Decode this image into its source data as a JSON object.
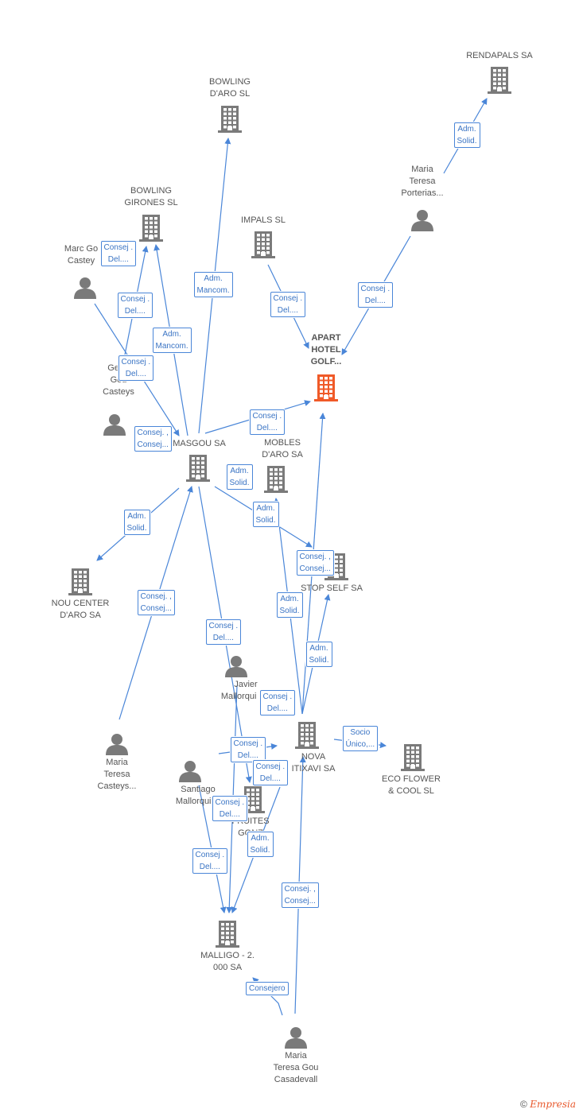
{
  "colors": {
    "edge": "#4a86d8",
    "company": "#7a7a7a",
    "person": "#7a7a7a",
    "focus": "#f05a28"
  },
  "nodes": [
    {
      "id": "rendapals",
      "type": "company",
      "label": "RENDAPALS SA"
    },
    {
      "id": "bowling_aro",
      "type": "company",
      "label": "BOWLING\nD'ARO SL"
    },
    {
      "id": "bowling_gir",
      "type": "company",
      "label": "BOWLING\nGIRONES SL"
    },
    {
      "id": "impals",
      "type": "company",
      "label": "IMPALS SL"
    },
    {
      "id": "maria_port",
      "type": "person",
      "label": "Maria\nTeresa\nPorterias..."
    },
    {
      "id": "marc",
      "type": "person",
      "label": "Marc Go\nCastey"
    },
    {
      "id": "apart",
      "type": "focus",
      "label": "APART\nHOTEL\nGOLF..."
    },
    {
      "id": "germ",
      "type": "person",
      "label": "Germ\nGou\nCasteys"
    },
    {
      "id": "imasgou",
      "type": "company",
      "label": "IMASGOU SA"
    },
    {
      "id": "mobles",
      "type": "company",
      "label": "MOBLES\nD'ARO SA"
    },
    {
      "id": "nou",
      "type": "company",
      "label": "NOU CENTER\nD'ARO SA"
    },
    {
      "id": "stop",
      "type": "company",
      "label": "STOP SELF SA"
    },
    {
      "id": "javier",
      "type": "person",
      "label": "Javier\nMallorqui Go"
    },
    {
      "id": "maria_cast",
      "type": "person",
      "label": "Maria\nTeresa\nCasteys..."
    },
    {
      "id": "nova",
      "type": "company",
      "label": "NOVA\nITIXAVI SA"
    },
    {
      "id": "eco",
      "type": "company",
      "label": "ECO FLOWER\n& COOL SL"
    },
    {
      "id": "santiago",
      "type": "person",
      "label": "Santiago\nMallorqui G"
    },
    {
      "id": "fruites",
      "type": "company",
      "label": "FRUITES\nGONZ"
    },
    {
      "id": "malligo",
      "type": "company",
      "label": "MALLIGO -  2.\n000 SA"
    },
    {
      "id": "maria_gou",
      "type": "person",
      "label": "Maria\nTeresa Gou\nCasadevall"
    }
  ],
  "badges": [
    {
      "id": "b1",
      "text": "Adm.\nSolid."
    },
    {
      "id": "b2",
      "text": "Adm.\nMancom."
    },
    {
      "id": "b3",
      "text": "Consej .\nDel...."
    },
    {
      "id": "b4",
      "text": "Consej .\nDel...."
    },
    {
      "id": "b5",
      "text": "Consej .\nDel...."
    },
    {
      "id": "b6",
      "text": "Consej .\nDel...."
    },
    {
      "id": "b7",
      "text": "Adm.\nMancom."
    },
    {
      "id": "b8",
      "text": "Consej .\nDel...."
    },
    {
      "id": "b9",
      "text": "Consej .\nDel...."
    },
    {
      "id": "b10",
      "text": "Consej. ,\nConsej..."
    },
    {
      "id": "b11",
      "text": "Adm.\nSolid."
    },
    {
      "id": "b12",
      "text": "Adm.\nSolid."
    },
    {
      "id": "b13",
      "text": "Adm.\nSolid."
    },
    {
      "id": "b14",
      "text": "Consej. ,\nConsej..."
    },
    {
      "id": "b15",
      "text": "Consej. ,\nConsej..."
    },
    {
      "id": "b16",
      "text": "Adm.\nSolid."
    },
    {
      "id": "b17",
      "text": "Consej .\nDel...."
    },
    {
      "id": "b18",
      "text": "Adm.\nSolid."
    },
    {
      "id": "b19",
      "text": "Consej .\nDel...."
    },
    {
      "id": "b20",
      "text": "Socio\nÚnico,..."
    },
    {
      "id": "b21",
      "text": "Consej .\nDel...."
    },
    {
      "id": "b22",
      "text": "Consej .\nDel...."
    },
    {
      "id": "b23",
      "text": "Consej .\nDel...."
    },
    {
      "id": "b24",
      "text": "Consej .\nDel...."
    },
    {
      "id": "b25",
      "text": "Adm.\nSolid."
    },
    {
      "id": "b26",
      "text": "Consej. ,\nConsej..."
    },
    {
      "id": "b27",
      "text": "Consejero"
    }
  ],
  "footer": {
    "copyright": "©",
    "brand": "Empresia"
  }
}
